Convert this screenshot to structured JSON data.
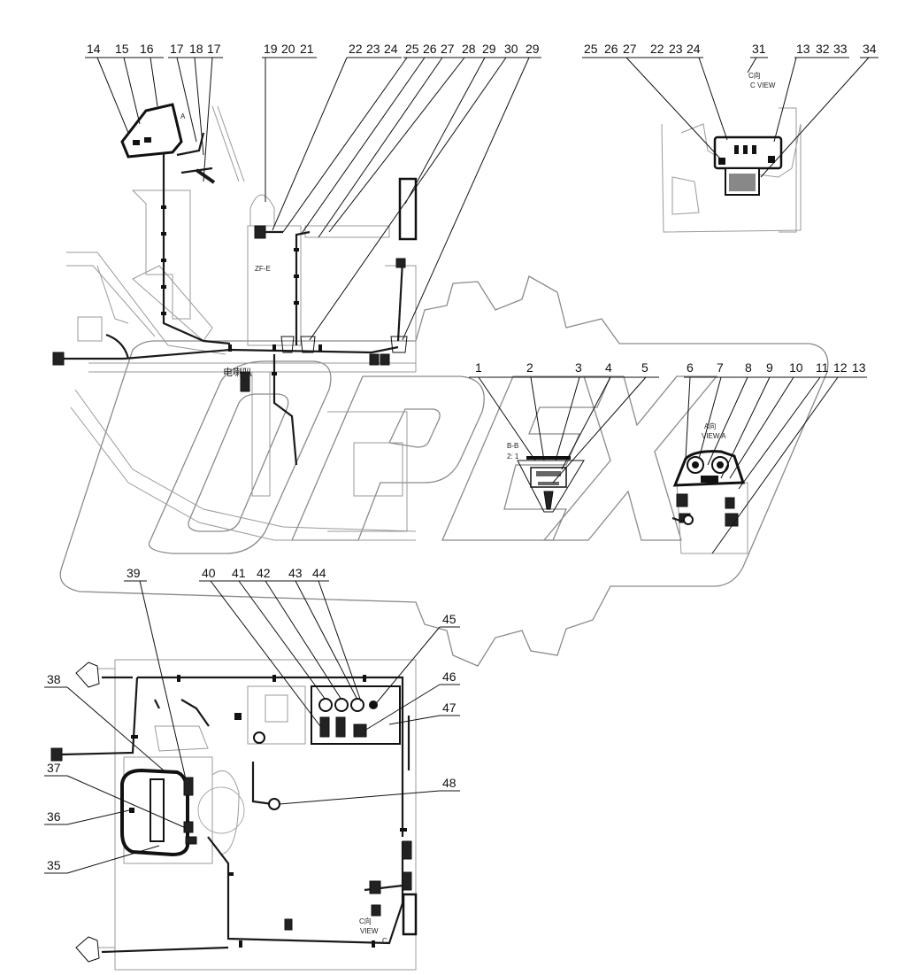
{
  "callouts": {
    "top_left": [
      "14",
      "15",
      "16",
      "17",
      "18",
      "17",
      "19",
      "20",
      "21",
      "22",
      "23",
      "24",
      "25",
      "26",
      "27",
      "28",
      "29",
      "30",
      "29"
    ],
    "top_right": [
      "25",
      "26",
      "27",
      "22",
      "23",
      "24",
      "31",
      "13",
      "32",
      "33",
      "34"
    ],
    "detail_b": [
      "1",
      "2",
      "3",
      "4",
      "5"
    ],
    "detail_a": [
      "6",
      "7",
      "8",
      "9",
      "10",
      "11",
      "12",
      "13"
    ],
    "bottom": [
      "39",
      "40",
      "41",
      "42",
      "43",
      "44",
      "45",
      "46",
      "47",
      "48",
      "38",
      "37",
      "36",
      "35"
    ]
  },
  "annotations": {
    "zf_label": "ZF-E",
    "sensor_label": "电喇叭",
    "view_c_top": "C向",
    "view_c_top_en": "C VIEW",
    "section_bb": "B-B",
    "section_scale": "2: 1",
    "view_a": "A向",
    "view_a_en": "VIEW A",
    "arrow_a": "A",
    "view_c_bottom": "C向",
    "view_c_bottom_en": "VIEW",
    "view_c_letter": "C"
  },
  "watermark": {
    "text": "OPEX",
    "color": "#8a8a8a"
  },
  "colors": {
    "ink": "#111111",
    "part_lines": "#9a9a9a",
    "background": "#ffffff"
  }
}
